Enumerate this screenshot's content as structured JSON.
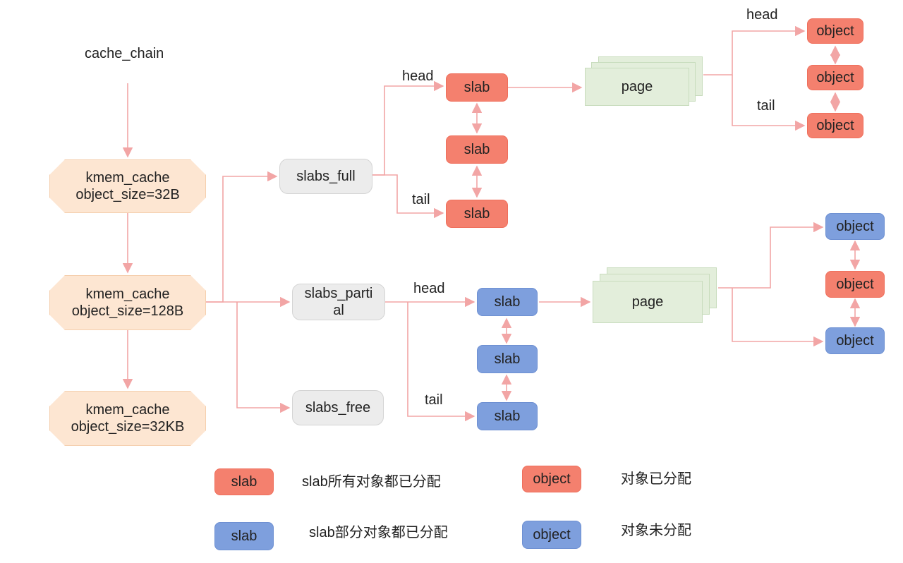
{
  "root_label": "cache_chain",
  "caches": [
    {
      "line1": "kmem_cache",
      "line2": "object_size=32B"
    },
    {
      "line1": "kmem_cache",
      "line2": "object_size=128B"
    },
    {
      "line1": "kmem_cache",
      "line2": "object_size=32KB"
    }
  ],
  "lists": {
    "full": "slabs_full",
    "partial": "slabs_parti\nal",
    "free": "slabs_free"
  },
  "pointer_labels": {
    "head": "head",
    "tail": "tail"
  },
  "slab_label": "slab",
  "page_label": "page",
  "object_label": "object",
  "legend": [
    {
      "kind": "slab-full",
      "box": "slab",
      "text": "slab所有对象都已分配"
    },
    {
      "kind": "slab-partial",
      "box": "slab",
      "text": "slab部分对象都已分配"
    },
    {
      "kind": "object-allocated",
      "box": "object",
      "text": "对象已分配"
    },
    {
      "kind": "object-free",
      "box": "object",
      "text": "对象未分配"
    }
  ],
  "colors": {
    "allocated": "#f4806e",
    "partial": "#7e9fdd",
    "cache": "#fde6d2",
    "list": "#ececec",
    "page": "#e3eedb",
    "arrow": "#f2a5a5"
  }
}
